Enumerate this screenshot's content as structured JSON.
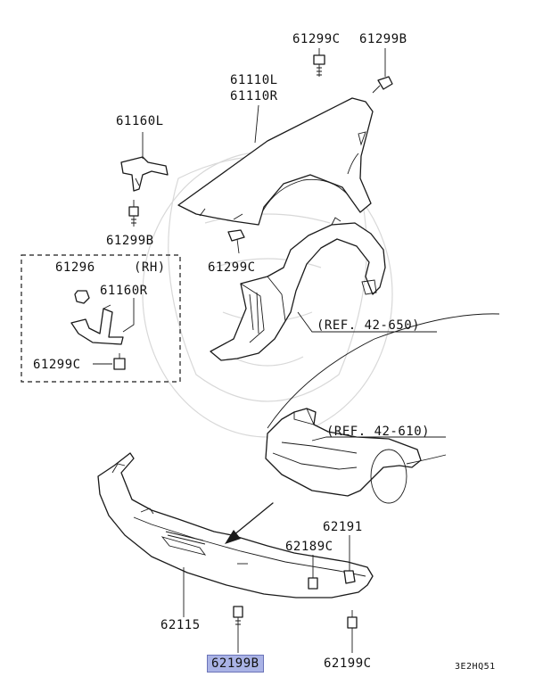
{
  "labels": {
    "p61299c_top": "61299C",
    "p61299b_top": "61299B",
    "p61110l": "61110L",
    "p61110r": "61110R",
    "p61160l": "61160L",
    "p61299b_left": "61299B",
    "p61296": "61296",
    "rh": "(RH)",
    "p61160r": "61160R",
    "p61299c_left": "61299C",
    "p61299c_mid": "61299C",
    "ref_42_650": "(REF. 42-650)",
    "ref_42_610": "(REF. 42-610)",
    "p62191": "62191",
    "p62189c": "62189C",
    "p62115": "62115",
    "p62199b": "62199B",
    "p62199c": "62199C",
    "diagram_code": "3E2HQ51"
  }
}
